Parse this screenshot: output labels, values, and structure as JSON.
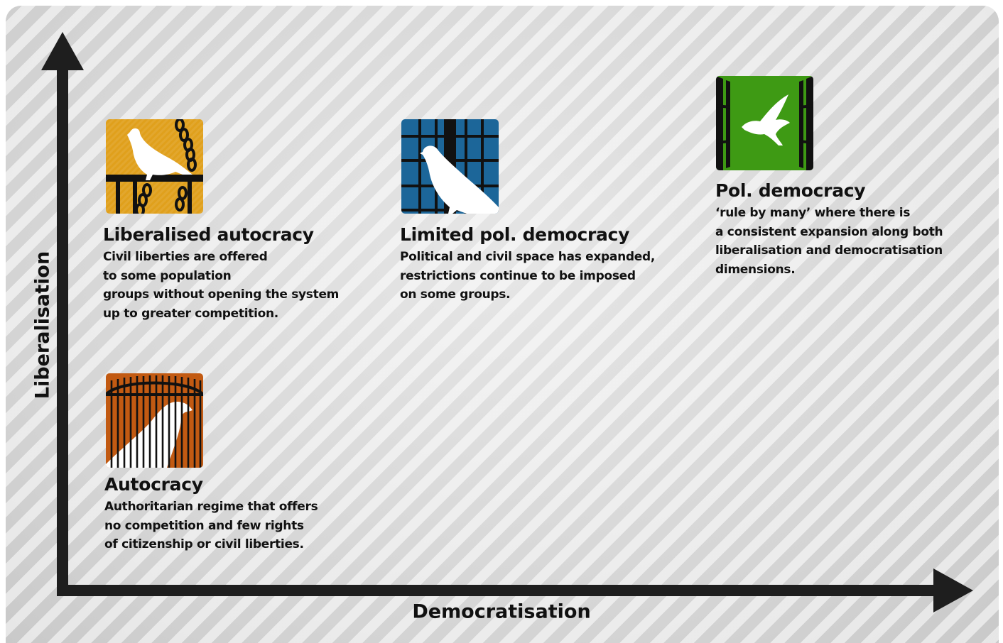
{
  "axes": {
    "y_label": "Liberalisation",
    "x_label": "Democratisation"
  },
  "regimes": {
    "liberalised_autocracy": {
      "title": "Liberalised autocracy",
      "desc_lines": [
        "Civil liberties are offered",
        "to some population",
        "groups without opening the system",
        "up to greater competition."
      ],
      "color": "#e0a01c"
    },
    "limited_democracy": {
      "title": "Limited pol. democracy",
      "desc_lines": [
        "Political and civil space has expanded,",
        "restrictions continue to be imposed",
        "on some groups."
      ],
      "color": "#1c6699"
    },
    "pol_democracy": {
      "title": "Pol. democracy",
      "desc_lines": [
        "‘rule by many’ where there is",
        "a consistent expansion along both",
        "liberalisation and democratisation",
        "dimensions."
      ],
      "color": "#3e9a14"
    },
    "autocracy": {
      "title": "Autocracy",
      "desc_lines": [
        "Authoritarian regime that offers",
        "no competition and few rights",
        "of citizenship or civil liberties."
      ],
      "color": "#c25a12"
    }
  },
  "icons": {
    "liberalised_autocracy": "dove-on-perch-with-chains-icon",
    "limited_democracy": "dove-behind-window-bars-icon",
    "pol_democracy": "dove-flying-through-open-gate-icon",
    "autocracy": "dove-in-cage-icon"
  }
}
